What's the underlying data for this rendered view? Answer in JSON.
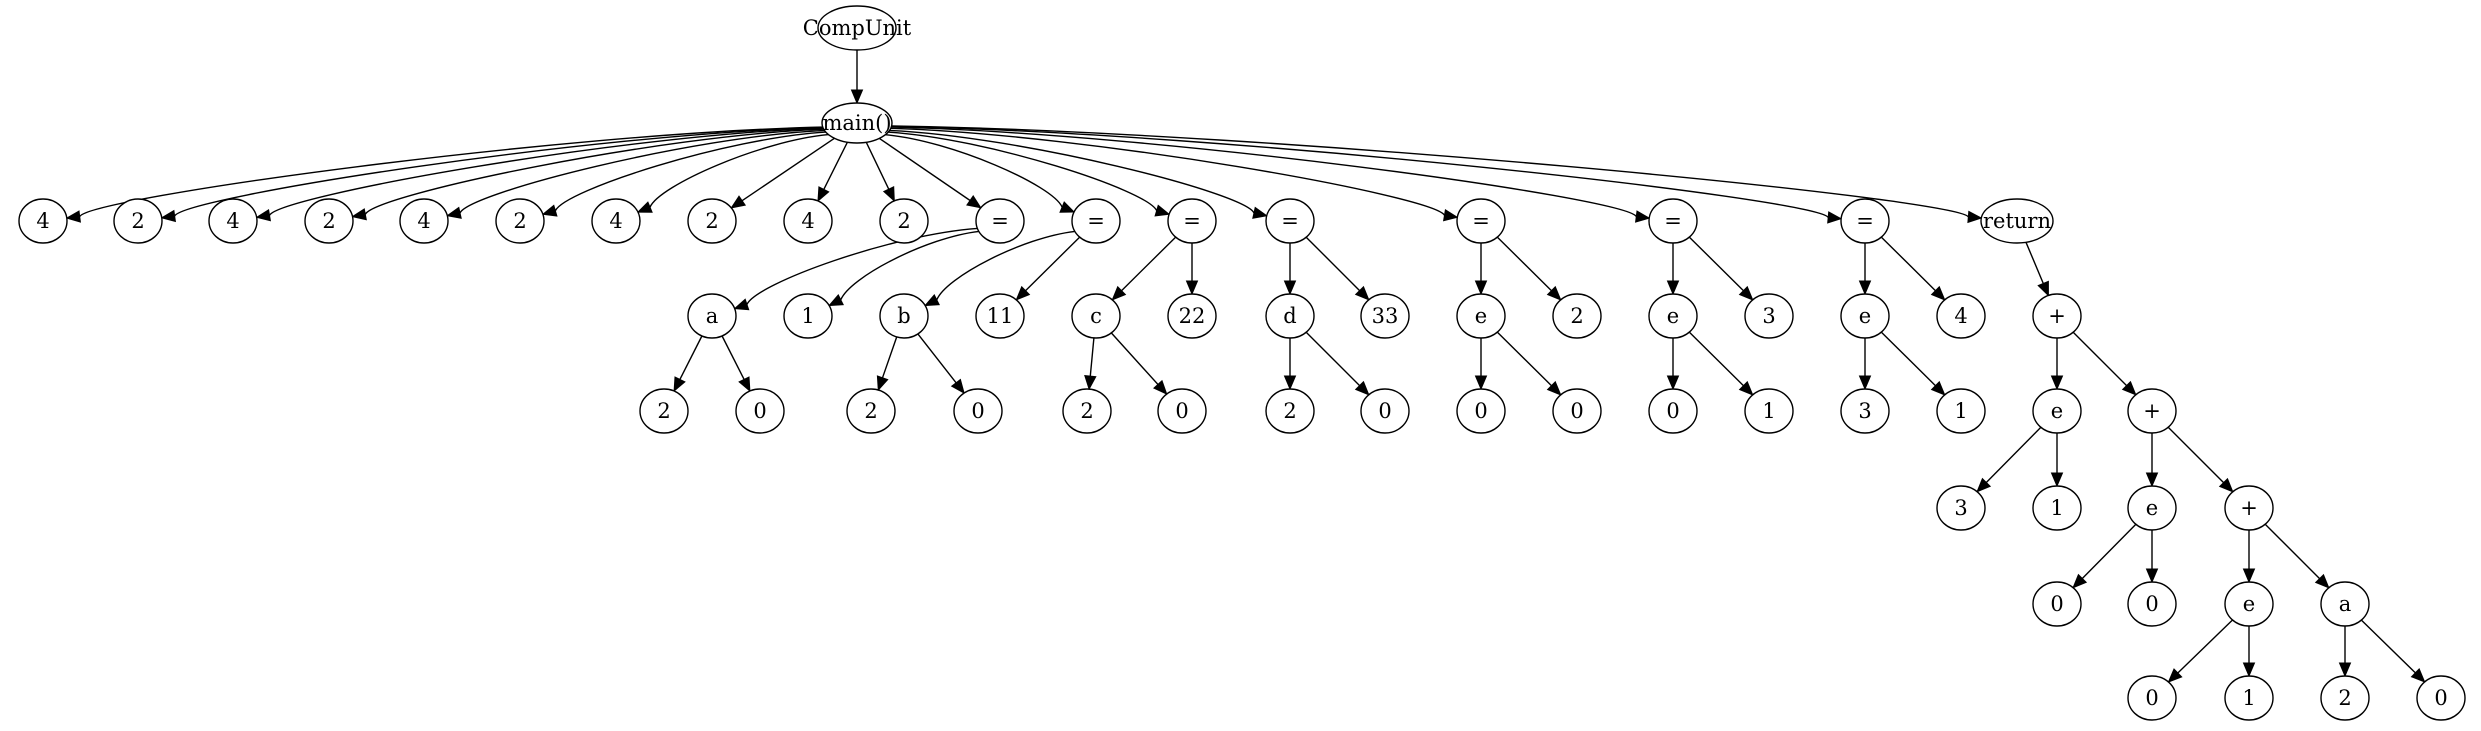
{
  "nodes": [
    {
      "id": "n0",
      "label": "CompUnit"
    },
    {
      "id": "n1",
      "label": "main()"
    },
    {
      "id": "n2",
      "label": "4"
    },
    {
      "id": "n3",
      "label": "2"
    },
    {
      "id": "n4",
      "label": "4"
    },
    {
      "id": "n5",
      "label": "2"
    },
    {
      "id": "n6",
      "label": "4"
    },
    {
      "id": "n7",
      "label": "2"
    },
    {
      "id": "n8",
      "label": "4"
    },
    {
      "id": "n9",
      "label": "2"
    },
    {
      "id": "n10",
      "label": "4"
    },
    {
      "id": "n11",
      "label": "2"
    },
    {
      "id": "n12",
      "label": "="
    },
    {
      "id": "n13",
      "label": "="
    },
    {
      "id": "n14",
      "label": "="
    },
    {
      "id": "n15",
      "label": "="
    },
    {
      "id": "n16",
      "label": "="
    },
    {
      "id": "n17",
      "label": "="
    },
    {
      "id": "n18",
      "label": "="
    },
    {
      "id": "n19",
      "label": "return"
    },
    {
      "id": "n20",
      "label": "a"
    },
    {
      "id": "n21",
      "label": "1"
    },
    {
      "id": "n22",
      "label": "2"
    },
    {
      "id": "n23",
      "label": "0"
    },
    {
      "id": "n24",
      "label": "b"
    },
    {
      "id": "n25",
      "label": "11"
    },
    {
      "id": "n26",
      "label": "2"
    },
    {
      "id": "n27",
      "label": "0"
    },
    {
      "id": "n28",
      "label": "c"
    },
    {
      "id": "n29",
      "label": "22"
    },
    {
      "id": "n30",
      "label": "2"
    },
    {
      "id": "n31",
      "label": "0"
    },
    {
      "id": "n32",
      "label": "d"
    },
    {
      "id": "n33",
      "label": "33"
    },
    {
      "id": "n34",
      "label": "2"
    },
    {
      "id": "n35",
      "label": "0"
    },
    {
      "id": "n36",
      "label": "e"
    },
    {
      "id": "n37",
      "label": "2"
    },
    {
      "id": "n38",
      "label": "0"
    },
    {
      "id": "n39",
      "label": "0"
    },
    {
      "id": "n40",
      "label": "e"
    },
    {
      "id": "n41",
      "label": "3"
    },
    {
      "id": "n42",
      "label": "0"
    },
    {
      "id": "n43",
      "label": "1"
    },
    {
      "id": "n44",
      "label": "e"
    },
    {
      "id": "n45",
      "label": "4"
    },
    {
      "id": "n46",
      "label": "3"
    },
    {
      "id": "n47",
      "label": "1"
    },
    {
      "id": "n48",
      "label": "+"
    },
    {
      "id": "n49",
      "label": "e"
    },
    {
      "id": "n50",
      "label": "+"
    },
    {
      "id": "n51",
      "label": "3"
    },
    {
      "id": "n52",
      "label": "1"
    },
    {
      "id": "n53",
      "label": "e"
    },
    {
      "id": "n54",
      "label": "+"
    },
    {
      "id": "n55",
      "label": "0"
    },
    {
      "id": "n56",
      "label": "0"
    },
    {
      "id": "n57",
      "label": "e"
    },
    {
      "id": "n58",
      "label": "a"
    },
    {
      "id": "n59",
      "label": "0"
    },
    {
      "id": "n60",
      "label": "1"
    },
    {
      "id": "n61",
      "label": "2"
    },
    {
      "id": "n62",
      "label": "0"
    }
  ],
  "edges": [
    [
      "n0",
      "n1"
    ],
    [
      "n1",
      "n2"
    ],
    [
      "n1",
      "n3"
    ],
    [
      "n1",
      "n4"
    ],
    [
      "n1",
      "n5"
    ],
    [
      "n1",
      "n6"
    ],
    [
      "n1",
      "n7"
    ],
    [
      "n1",
      "n8"
    ],
    [
      "n1",
      "n9"
    ],
    [
      "n1",
      "n10"
    ],
    [
      "n1",
      "n11"
    ],
    [
      "n1",
      "n12"
    ],
    [
      "n1",
      "n13"
    ],
    [
      "n1",
      "n14"
    ],
    [
      "n1",
      "n15"
    ],
    [
      "n1",
      "n16"
    ],
    [
      "n1",
      "n17"
    ],
    [
      "n1",
      "n18"
    ],
    [
      "n1",
      "n19"
    ],
    [
      "n12",
      "n20"
    ],
    [
      "n12",
      "n21"
    ],
    [
      "n20",
      "n22"
    ],
    [
      "n20",
      "n23"
    ],
    [
      "n13",
      "n24"
    ],
    [
      "n13",
      "n25"
    ],
    [
      "n24",
      "n26"
    ],
    [
      "n24",
      "n27"
    ],
    [
      "n14",
      "n28"
    ],
    [
      "n14",
      "n29"
    ],
    [
      "n28",
      "n30"
    ],
    [
      "n28",
      "n31"
    ],
    [
      "n15",
      "n32"
    ],
    [
      "n15",
      "n33"
    ],
    [
      "n32",
      "n34"
    ],
    [
      "n32",
      "n35"
    ],
    [
      "n16",
      "n36"
    ],
    [
      "n16",
      "n37"
    ],
    [
      "n36",
      "n38"
    ],
    [
      "n36",
      "n39"
    ],
    [
      "n17",
      "n40"
    ],
    [
      "n17",
      "n41"
    ],
    [
      "n40",
      "n42"
    ],
    [
      "n40",
      "n43"
    ],
    [
      "n18",
      "n44"
    ],
    [
      "n18",
      "n45"
    ],
    [
      "n44",
      "n46"
    ],
    [
      "n44",
      "n47"
    ],
    [
      "n19",
      "n48"
    ],
    [
      "n48",
      "n49"
    ],
    [
      "n48",
      "n50"
    ],
    [
      "n49",
      "n51"
    ],
    [
      "n49",
      "n52"
    ],
    [
      "n50",
      "n53"
    ],
    [
      "n50",
      "n54"
    ],
    [
      "n53",
      "n55"
    ],
    [
      "n53",
      "n56"
    ],
    [
      "n54",
      "n57"
    ],
    [
      "n54",
      "n58"
    ],
    [
      "n57",
      "n59"
    ],
    [
      "n57",
      "n60"
    ],
    [
      "n58",
      "n61"
    ],
    [
      "n58",
      "n62"
    ]
  ]
}
